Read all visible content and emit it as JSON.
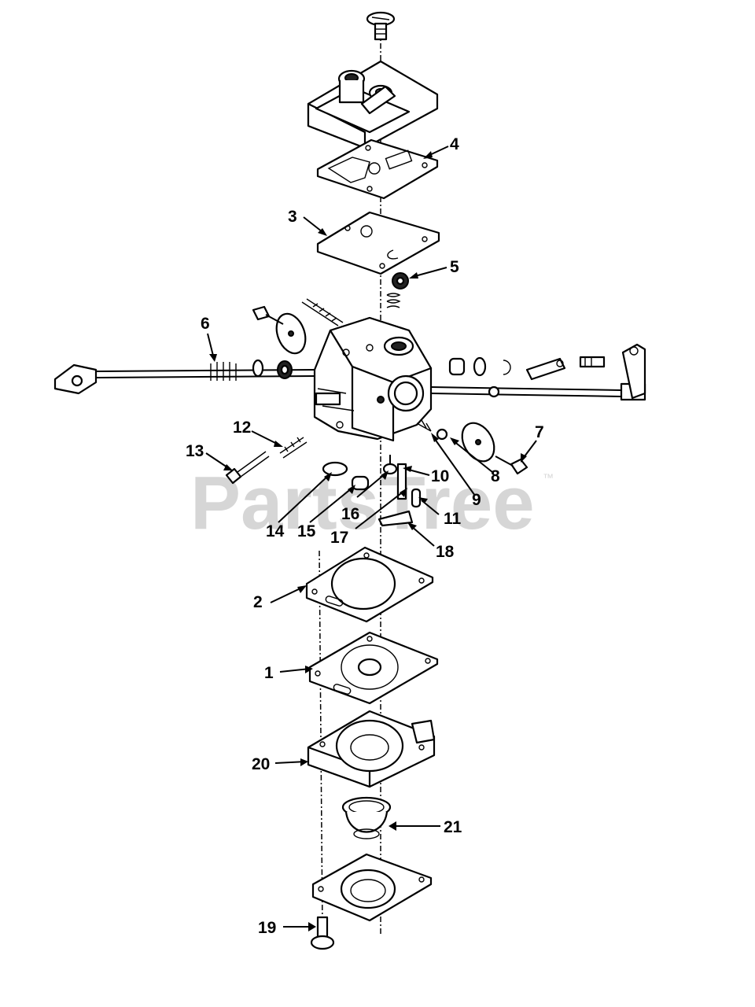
{
  "watermark": {
    "text": "PartsTree",
    "trademark": "™"
  },
  "callouts": [
    {
      "id": "4",
      "label": "4"
    },
    {
      "id": "3",
      "label": "3"
    },
    {
      "id": "5",
      "label": "5"
    },
    {
      "id": "6",
      "label": "6"
    },
    {
      "id": "7",
      "label": "7"
    },
    {
      "id": "8",
      "label": "8"
    },
    {
      "id": "9",
      "label": "9"
    },
    {
      "id": "10",
      "label": "10"
    },
    {
      "id": "11",
      "label": "11"
    },
    {
      "id": "12",
      "label": "12"
    },
    {
      "id": "13",
      "label": "13"
    },
    {
      "id": "14",
      "label": "14"
    },
    {
      "id": "15",
      "label": "15"
    },
    {
      "id": "16",
      "label": "16"
    },
    {
      "id": "17",
      "label": "17"
    },
    {
      "id": "18",
      "label": "18"
    },
    {
      "id": "2",
      "label": "2"
    },
    {
      "id": "1",
      "label": "1"
    },
    {
      "id": "20",
      "label": "20"
    },
    {
      "id": "21",
      "label": "21"
    },
    {
      "id": "19",
      "label": "19"
    }
  ]
}
